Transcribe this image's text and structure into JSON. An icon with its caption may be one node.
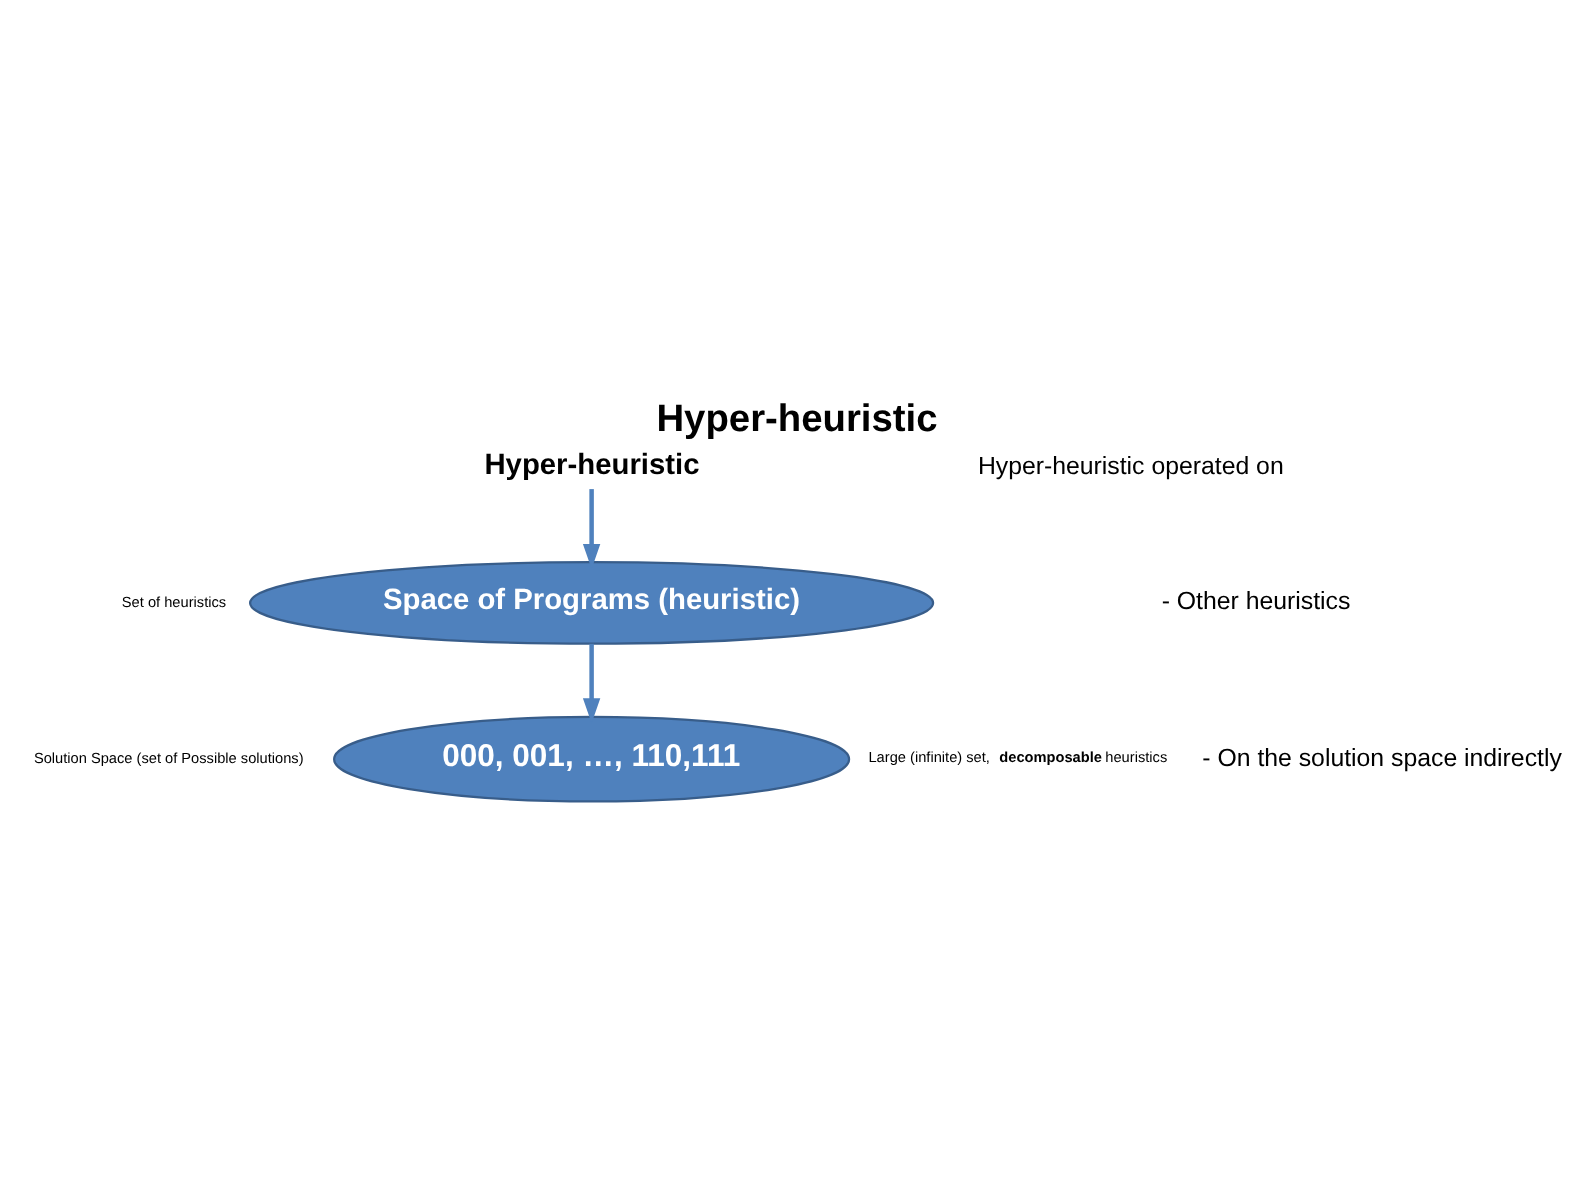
{
  "diagram": {
    "title": "Hyper-heuristic",
    "nodes": [
      {
        "text": [
          "Hyper-heuristic"
        ]
      },
      {
        "text": [
          "Space of Programs (heuristic)"
        ],
        "beside": [
          "Set of heuristics"
        ]
      },
      {
        "text": [
          "000, 001, …, 110,111"
        ],
        "beside": [
          "Solution Space (set of Possible solutions)"
        ]
      }
    ],
    "edges": [
      {
        "from": 0,
        "to": 1,
        "arrow": "to"
      },
      {
        "from": 1,
        "to": 2,
        "arrow": "to"
      }
    ],
    "labels": [
      "Hyper-heuristic operated on",
      "- Other heuristics",
      "- On the solution space indirectly",
      "Large (infinite) set, **decomposable** heuristics"
    ]
  }
}
